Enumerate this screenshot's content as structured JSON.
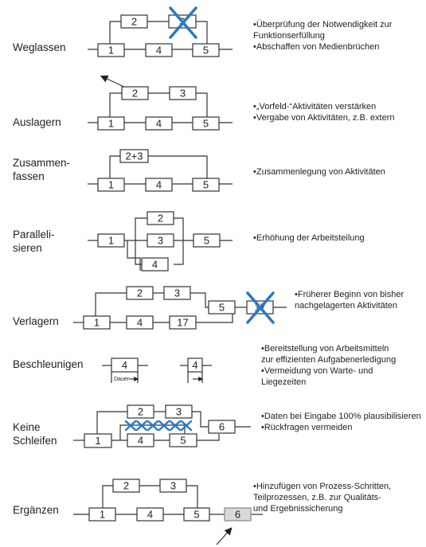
{
  "rows": [
    {
      "id": "weglassen",
      "label_lines": [
        "Weglassen"
      ],
      "boxes": [
        "1",
        "2",
        "3",
        "4",
        "5"
      ],
      "notes": [
        "•Überprüfung der Notwendigkeit zur",
        " Funktionserfüllung",
        "•Abschaffen von Medienbrüchen"
      ],
      "removed": "3"
    },
    {
      "id": "auslagern",
      "label_lines": [
        "Auslagern"
      ],
      "boxes": [
        "1",
        "2",
        "3",
        "4",
        "5"
      ],
      "notes": [
        "•„Vorfeld-“Aktivitäten verstärken",
        "•Vergabe von Aktivitäten, z.B. extern"
      ]
    },
    {
      "id": "zusammenfassen",
      "label_lines": [
        "Zusammen-",
        "fassen"
      ],
      "boxes": [
        "1",
        "2+3",
        "4",
        "5"
      ],
      "notes": [
        "•Zusammenlegung von Aktivitäten"
      ]
    },
    {
      "id": "parallelisieren",
      "label_lines": [
        "Paralleli-",
        "sieren"
      ],
      "boxes": [
        "1",
        "2",
        "3",
        "4",
        "5"
      ],
      "notes": [
        "•Erhöhung der Arbeitsteilung"
      ]
    },
    {
      "id": "verlagern",
      "label_lines": [
        "Verlagern"
      ],
      "boxes": [
        "1",
        "2",
        "3",
        "4",
        "17",
        "5",
        "17"
      ],
      "notes": [
        "•Früherer Beginn von bisher",
        " nachgelagerten Aktivitäten"
      ],
      "removed": "17"
    },
    {
      "id": "beschleunigen",
      "label_lines": [
        "Beschleunigen"
      ],
      "boxes": [
        "4",
        "4"
      ],
      "duration_label": "Dauer",
      "notes": [
        "•Bereitstellung von Arbeitsmitteln",
        " zur effizienten Aufgabenerledigung",
        "•Vermeidung von Warte- und",
        " Liegezeiten"
      ]
    },
    {
      "id": "keine-schleifen",
      "label_lines": [
        "Keine",
        "Schleifen"
      ],
      "boxes": [
        "1",
        "2",
        "3",
        "4",
        "5",
        "6"
      ],
      "notes": [
        "•Daten bei Eingabe 100% plausibilisieren",
        "•Rückfragen vermeiden"
      ]
    },
    {
      "id": "ergaenzen",
      "label_lines": [
        "Ergänzen"
      ],
      "boxes": [
        "1",
        "2",
        "3",
        "4",
        "5",
        "6"
      ],
      "notes": [
        "•Hinzufügen von Prozess-Schritten,",
        " Teilprozessen, z.B. zur Qualitäts-",
        " und Ergebnissicherung"
      ]
    }
  ],
  "colors": {
    "cross": "#2a78c2",
    "line": "#333333",
    "added_box": "#d9d9d9"
  }
}
